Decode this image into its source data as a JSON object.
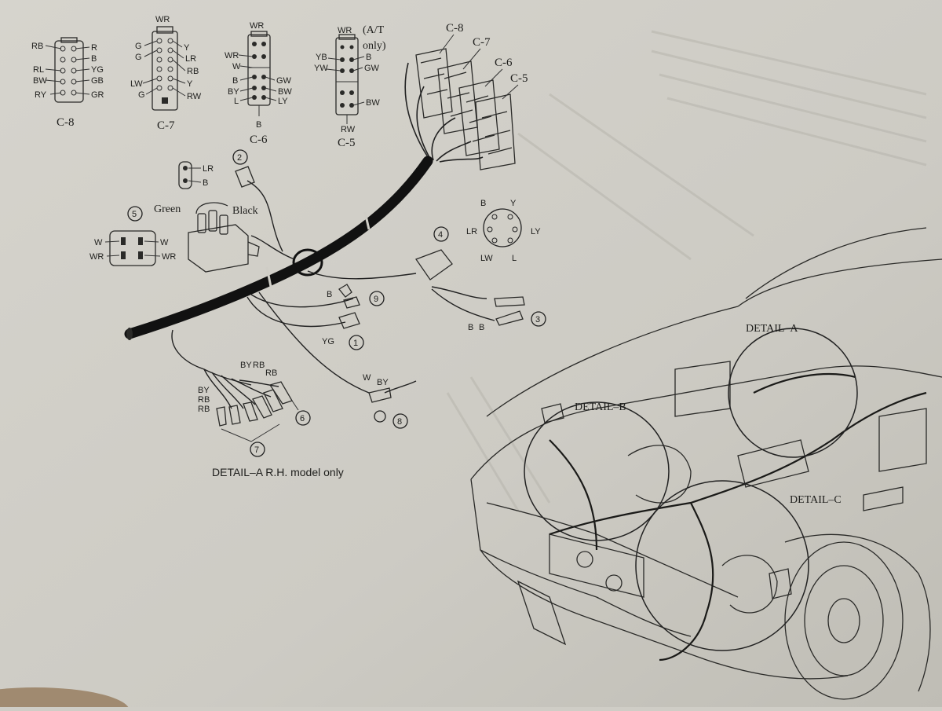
{
  "connectors": {
    "c8": {
      "name": "C-8",
      "left_pins": [
        "RB",
        "RL",
        "BW",
        "RY"
      ],
      "right_pins": [
        "R",
        "B",
        "YG",
        "GB",
        "GR"
      ]
    },
    "c7": {
      "name": "C-7",
      "top": "WR",
      "left_pins": [
        "G",
        "G",
        "LW",
        "G"
      ],
      "right_pins": [
        "Y",
        "LR",
        "RB",
        "Y",
        "RW"
      ]
    },
    "c6": {
      "name": "C-6",
      "top": "WR",
      "bottom": "B",
      "left_pins": [
        "WR",
        "W",
        "B",
        "BY",
        "L"
      ],
      "right_pins": [
        "GW",
        "BW",
        "LY"
      ]
    },
    "c5": {
      "name": "C-5",
      "top": "WR",
      "note_line1": "(A/T",
      "note_line2": "only)",
      "left_pins": [
        "YB",
        "YW"
      ],
      "right_pins": [
        "B",
        "GW",
        "BW"
      ],
      "bottom": "RW"
    }
  },
  "harness_connectors": [
    "C-8",
    "C-7",
    "C-6",
    "C-5"
  ],
  "parts": {
    "p2": {
      "num": "2",
      "pins": [
        "LR",
        "B"
      ]
    },
    "p5": {
      "num": "5",
      "green": "Green",
      "black": "Black",
      "pins_left": [
        "W",
        "WR"
      ],
      "pins_right": [
        "W",
        "WR"
      ]
    },
    "p4": {
      "num": "4",
      "pins": [
        "B",
        "Y",
        "LR",
        "LY",
        "LW",
        "L"
      ]
    },
    "p9": {
      "num": "9",
      "wire": "B"
    },
    "p1": {
      "num": "1",
      "wire": "YG"
    },
    "p3": {
      "num": "3",
      "wires": [
        "B",
        "B"
      ]
    },
    "p6": {
      "num": "6",
      "wires": [
        "BY",
        "RB"
      ]
    },
    "p7": {
      "num": "7",
      "wires": [
        "BY",
        "RB",
        "RB"
      ]
    },
    "p8": {
      "num": "8",
      "wires": [
        "W",
        "BY"
      ]
    }
  },
  "caption": "DETAIL–A  R.H. model only",
  "detail_labels": {
    "a": "DETAIL–A",
    "b": "DETAIL–B",
    "c": "DETAIL–C"
  },
  "colors": {
    "paper": "#cfcdc6",
    "ink": "#1e1e1c"
  }
}
